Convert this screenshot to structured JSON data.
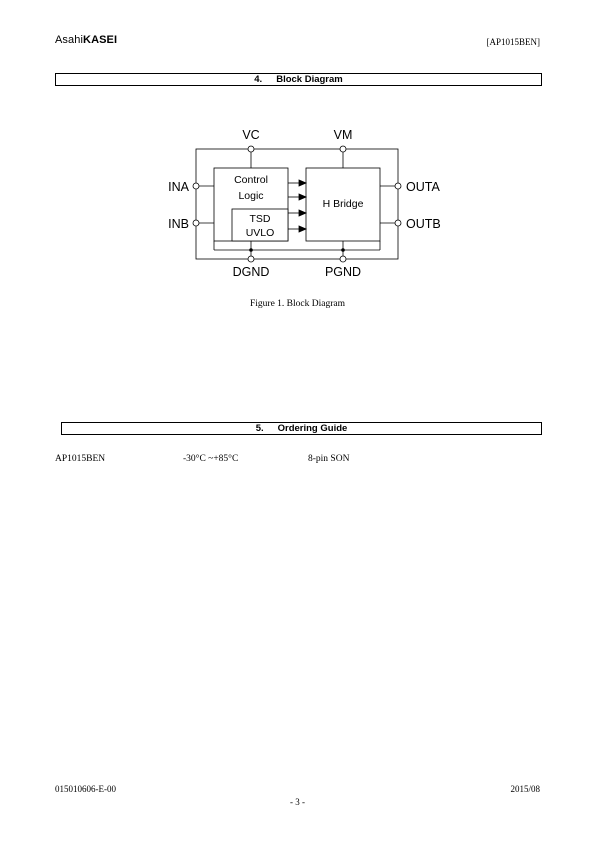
{
  "header": {
    "logo_prefix": "Asahi",
    "logo_brand": "KASEI",
    "doc_id": "[AP1015BEN]"
  },
  "section4": {
    "number": "4.",
    "title": "Block  Diagram"
  },
  "diagram": {
    "pins": {
      "vc": "VC",
      "vm": "VM",
      "ina": "INA",
      "inb": "INB",
      "outa": "OUTA",
      "outb": "OUTB",
      "dgnd": "DGND",
      "pgnd": "PGND"
    },
    "blocks": {
      "control_line1": "Control",
      "control_line2": "Logic",
      "tsd": "TSD",
      "uvlo": "UVLO",
      "hbridge": "H Bridge"
    }
  },
  "figure_caption": "Figure 1. Block Diagram",
  "section5": {
    "number": "5.",
    "title": "Ordering  Guide"
  },
  "ordering": {
    "part": "AP1015BEN",
    "temp": "-30°C  ~+85°C",
    "package": "8-pin SON"
  },
  "footer": {
    "code": "015010606-E-00",
    "page": "- 3 -",
    "date": "2015/08"
  }
}
